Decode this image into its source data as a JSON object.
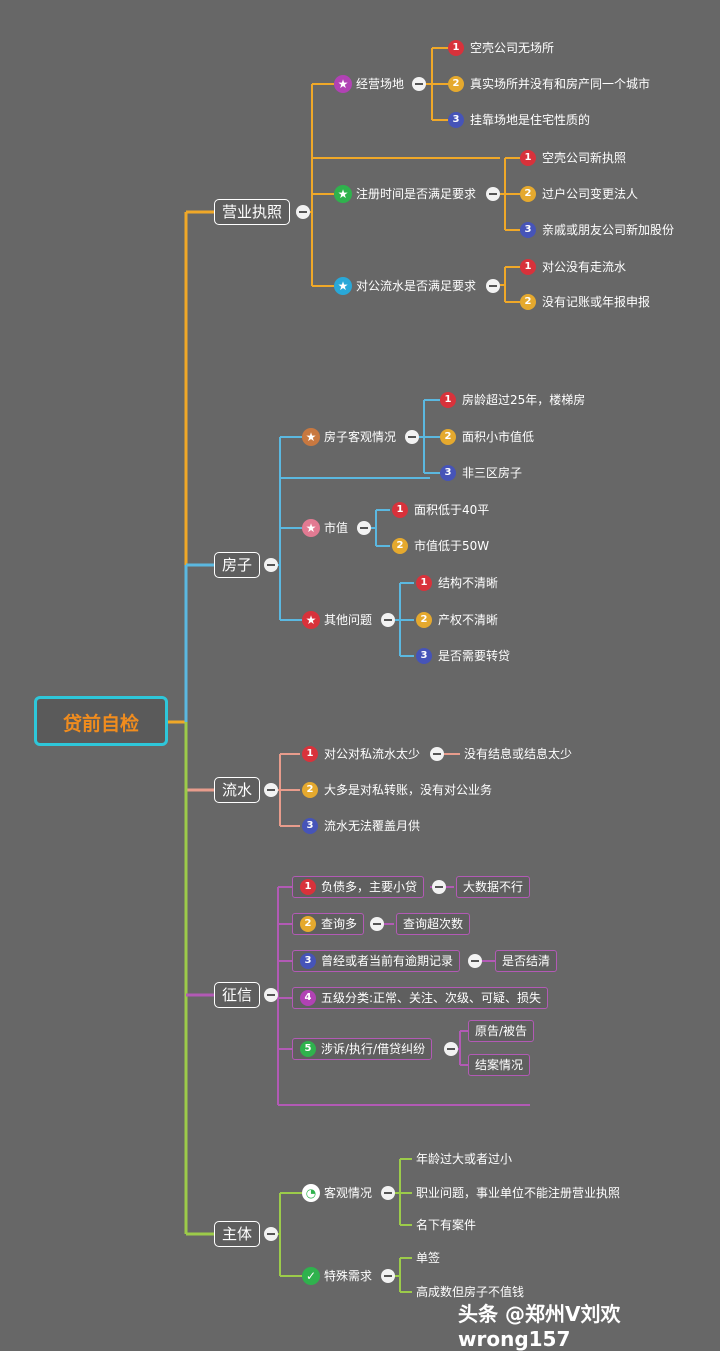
{
  "root": "贷前自检",
  "branches": {
    "b1": "营业执照",
    "b2": "房子",
    "b3": "流水",
    "b4": "征信",
    "b5": "主体"
  },
  "license": {
    "s1": "经营场地",
    "s1_items": [
      "空壳公司无场所",
      "真实场所并没有和房产同一个城市",
      "挂靠场地是住宅性质的"
    ],
    "s2": "注册时间是否满足要求",
    "s2_items": [
      "空壳公司新执照",
      "过户公司变更法人",
      "亲戚或朋友公司新加股份"
    ],
    "s3": "对公流水是否满足要求",
    "s3_items": [
      "对公没有走流水",
      "没有记账或年报申报"
    ]
  },
  "house": {
    "s1": "房子客观情况",
    "s1_items": [
      "房龄超过25年，楼梯房",
      "面积小市值低",
      "非三区房子"
    ],
    "s2": "市值",
    "s2_items": [
      "面积低于40平",
      "市值低于50W"
    ],
    "s3": "其他问题",
    "s3_items": [
      "结构不清晰",
      "产权不清晰",
      "是否需要转贷"
    ]
  },
  "flow": {
    "items": [
      "对公对私流水太少",
      "大多是对私转账，没有对公业务",
      "流水无法覆盖月供"
    ],
    "sub": "没有结息或结息太少"
  },
  "credit": {
    "items": [
      "负债多，主要小贷",
      "查询多",
      "曾经或者当前有逾期记录",
      "五级分类:正常、关注、次级、可疑、损失",
      "涉诉/执行/借贷纠纷"
    ],
    "subs": [
      "大数据不行",
      "查询超次数",
      "是否结清",
      "原告/被告",
      "结案情况"
    ]
  },
  "subject": {
    "s1": "客观情况",
    "s1_items": [
      "年龄过大或者过小",
      "职业问题，事业单位不能注册营业执照",
      "名下有案件"
    ],
    "s2": "特殊需求",
    "s2_items": [
      "单签",
      "高成数但房子不值钱"
    ]
  },
  "badges": [
    "1",
    "2",
    "3",
    "4",
    "5"
  ],
  "icons": [
    "star-icon",
    "check-icon",
    "pie-icon",
    "collapse-icon"
  ],
  "colors": {
    "background": "#676767",
    "license": "#f0a828",
    "house": "#5bb8e0",
    "flow": "#e89c8c",
    "credit": "#b25ab5",
    "subject": "#9ccb4a",
    "root_border": "#2ec7da",
    "root_text": "#f08c1e"
  },
  "watermark": "头条 @郑州V刘欢wrong157"
}
